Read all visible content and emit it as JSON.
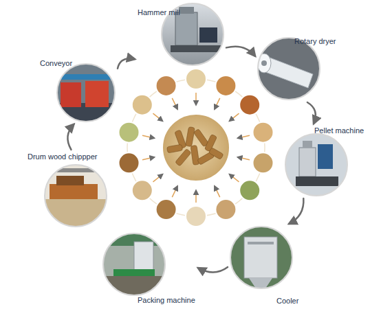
{
  "diagram": {
    "nodes": [
      {
        "text": [
          "Drum wood chippper"
        ]
      },
      {
        "text": [
          "Conveyor"
        ]
      },
      {
        "text": [
          "Hammer mill"
        ]
      },
      {
        "text": [
          "Rotary dryer"
        ]
      },
      {
        "text": [
          "Pellet machine"
        ]
      },
      {
        "text": [
          "Cooler"
        ]
      },
      {
        "text": [
          "Packing machine"
        ]
      }
    ],
    "edges": [
      {
        "from": 0,
        "to": 1,
        "arrow": "to"
      },
      {
        "from": 1,
        "to": 2,
        "arrow": "to"
      },
      {
        "from": 2,
        "to": 3,
        "arrow": "to"
      },
      {
        "from": 3,
        "to": 4,
        "arrow": "to"
      },
      {
        "from": 4,
        "to": 5,
        "arrow": "to"
      },
      {
        "from": 5,
        "to": 6,
        "arrow": "to"
      }
    ]
  }
}
